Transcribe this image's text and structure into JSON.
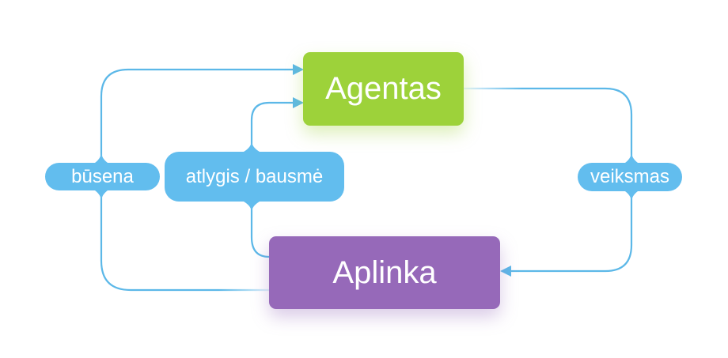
{
  "nodes": {
    "agent": "Agentas",
    "environment": "Aplinka"
  },
  "edges": {
    "state": "būsena",
    "reward": "atlygis / bausmė",
    "action": "veiksmas"
  },
  "colors": {
    "agent": "#9dd23a",
    "environment": "#9669b9",
    "edge": "#5cb8e8",
    "label": "#62bdee"
  }
}
